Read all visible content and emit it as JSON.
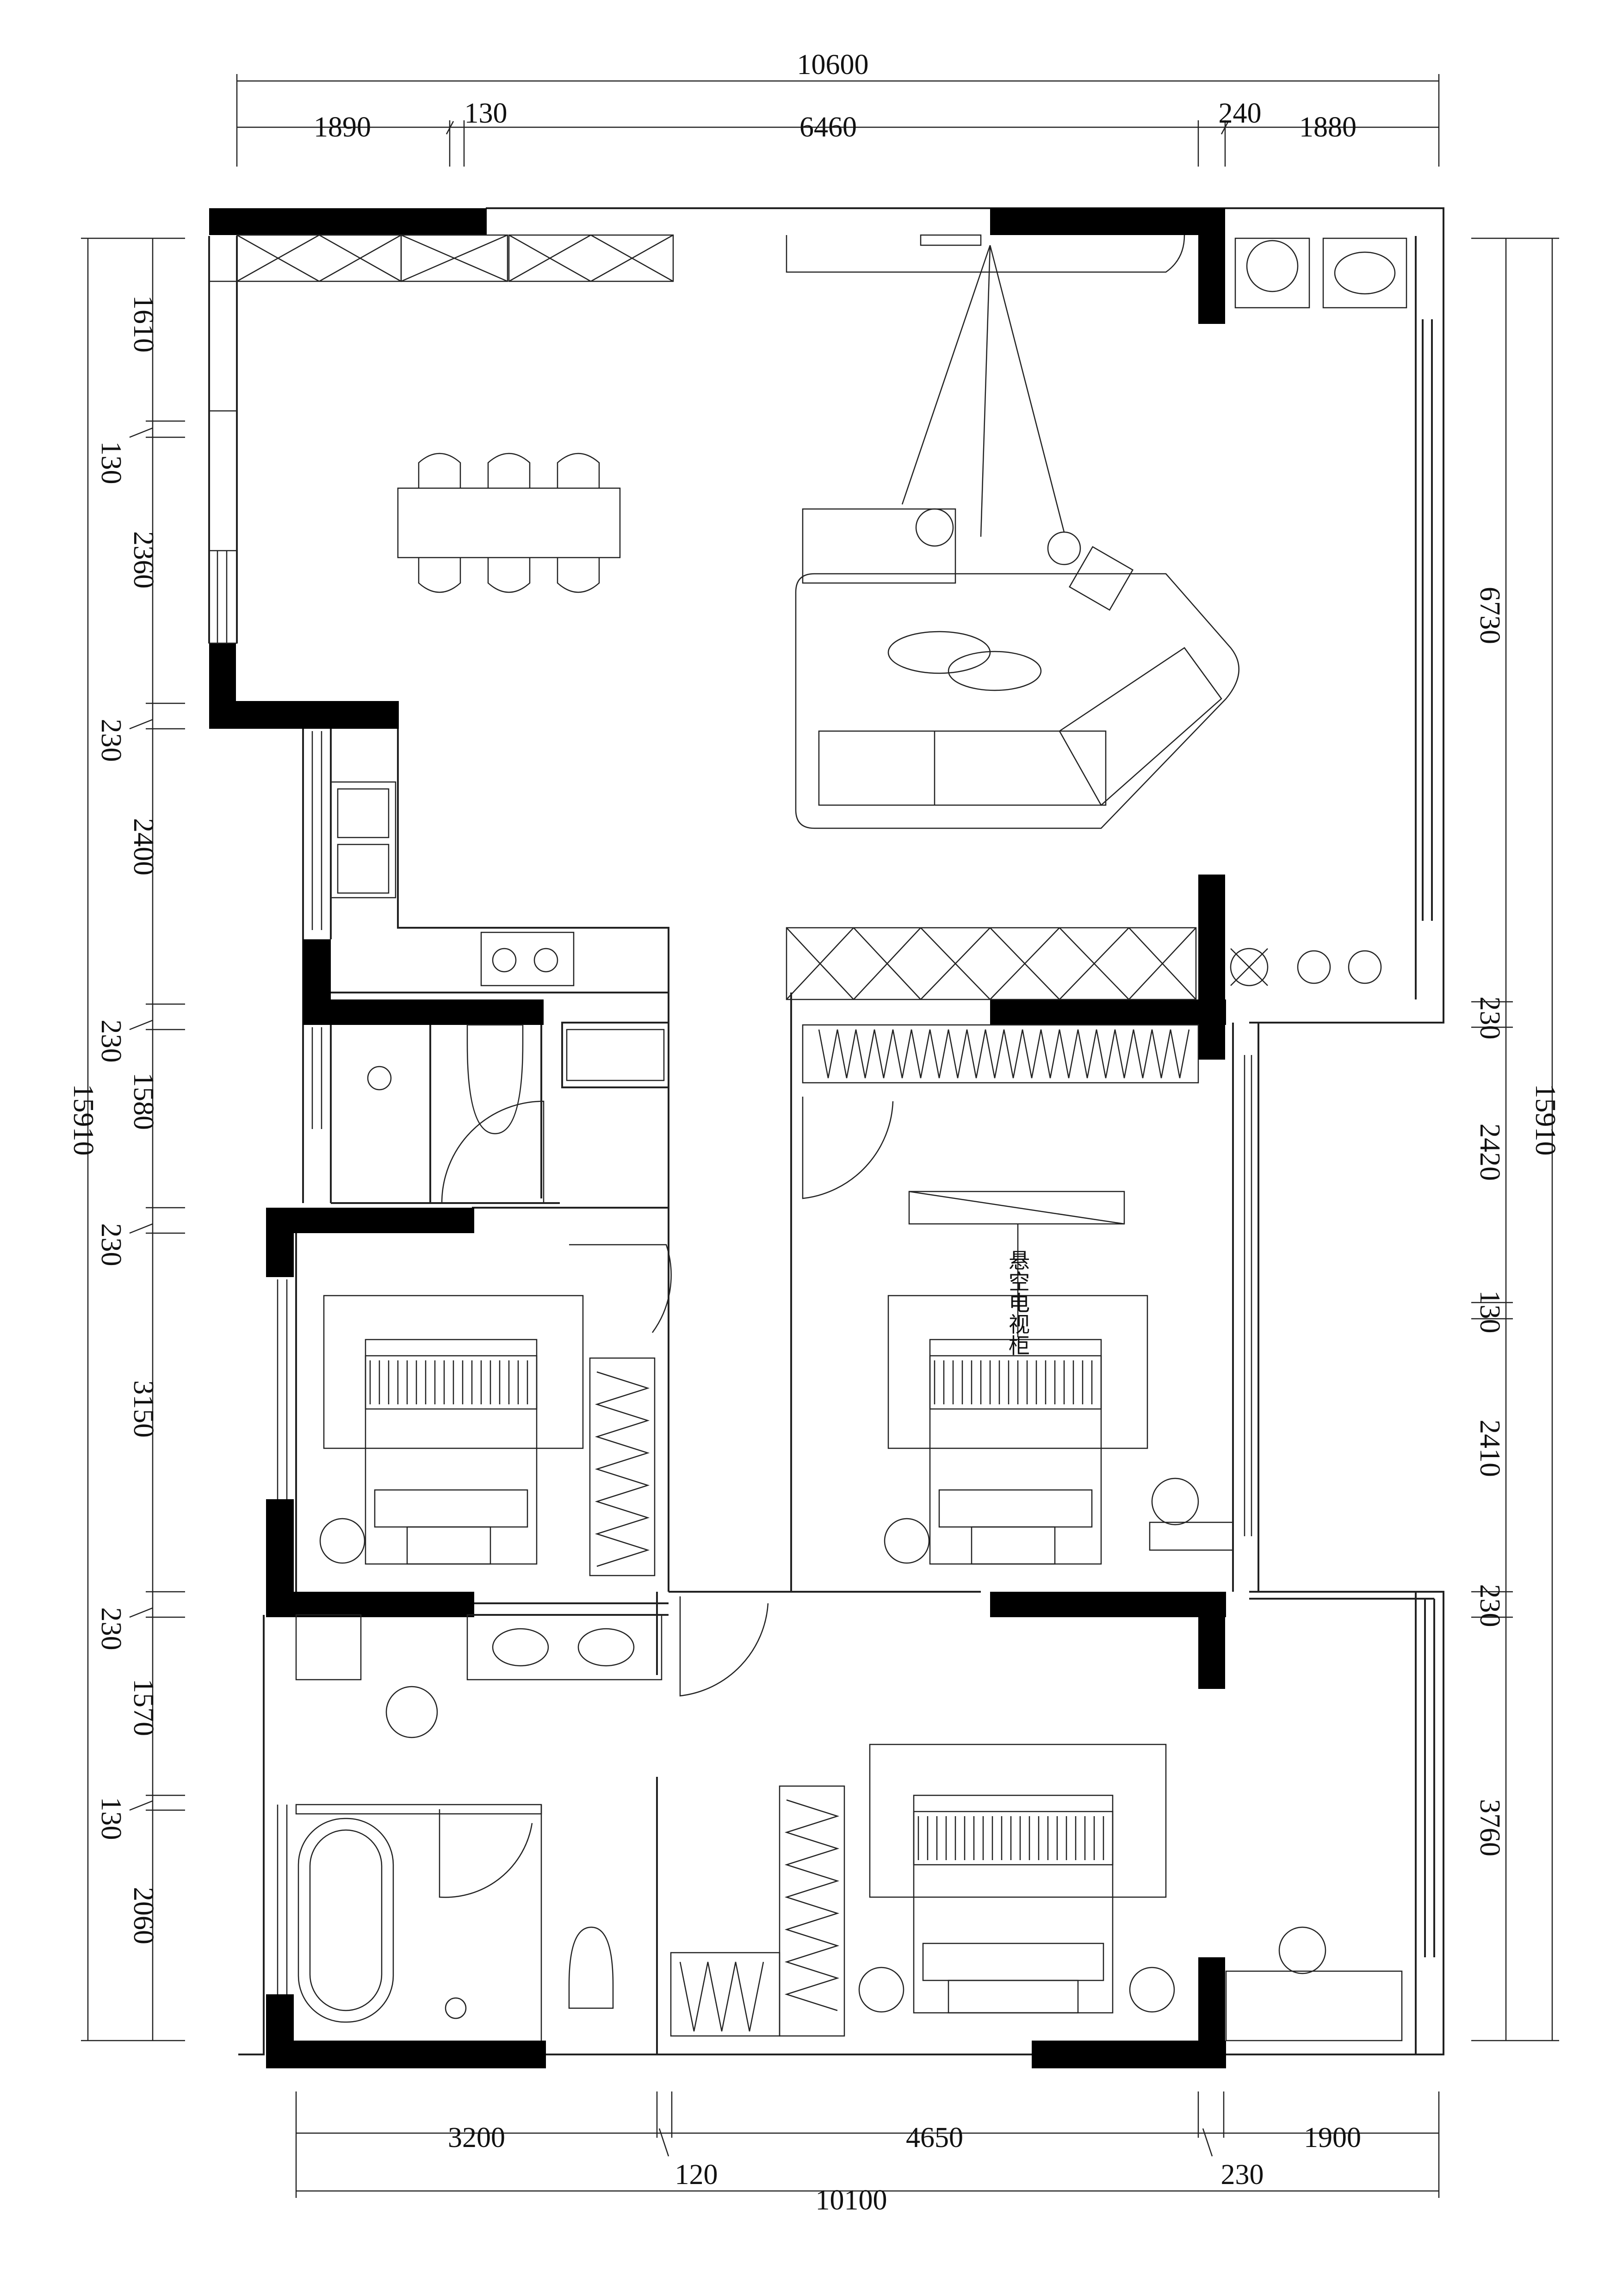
{
  "dimensions": {
    "top_total": "10600",
    "top_segments": [
      "1890",
      "130",
      "6460",
      "240",
      "1880"
    ],
    "bottom_total": "10100",
    "bottom_segments": [
      "3200",
      "120",
      "4650",
      "230",
      "1900"
    ],
    "left_total": "15910",
    "left_segments": [
      "1610",
      "130",
      "2360",
      "230",
      "2400",
      "230",
      "1580",
      "230",
      "3150",
      "230",
      "1570",
      "130",
      "2060"
    ],
    "right_total": "15910",
    "right_segments": [
      "6730",
      "230",
      "2420",
      "130",
      "2410",
      "230",
      "3760"
    ]
  },
  "annotations": {
    "tv_cabinet": "悬空电视柜"
  },
  "colors": {
    "wall": "#000000",
    "line": "#222222",
    "background": "#ffffff"
  }
}
